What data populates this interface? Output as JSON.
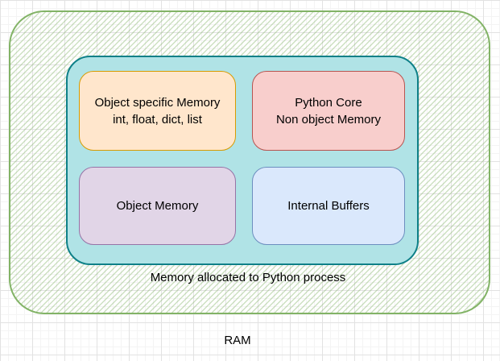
{
  "diagram": {
    "type": "nested-memory-diagram",
    "shapes": {
      "object_specific_memory": {
        "line1": "Object specific Memory",
        "line2": "int, float, dict, list"
      },
      "python_core": {
        "line1": "Python Core",
        "line2": "Non object Memory"
      },
      "object_memory": {
        "line1": "Object Memory"
      },
      "internal_buffers": {
        "line1": "Internal Buffers"
      }
    },
    "labels": {
      "process_container": "Memory allocated to Python process",
      "ram_container": "RAM"
    },
    "colors": {
      "ram_border": "#82b366",
      "ram_hatch_line": "#a9cf9b",
      "process_fill": "#b0e3e6",
      "process_border": "#0e8088",
      "object_specific_fill": "#ffe6cc",
      "object_specific_border": "#d79b00",
      "python_core_fill": "#f8cecc",
      "python_core_border": "#b85450",
      "object_memory_fill": "#e1d5e7",
      "object_memory_border": "#9673a6",
      "internal_buffers_fill": "#dae8fc",
      "internal_buffers_border": "#6c8ebf",
      "text": "#000000",
      "grid_major": "#e2e2e2",
      "grid_minor": "#f4f4f4"
    }
  }
}
